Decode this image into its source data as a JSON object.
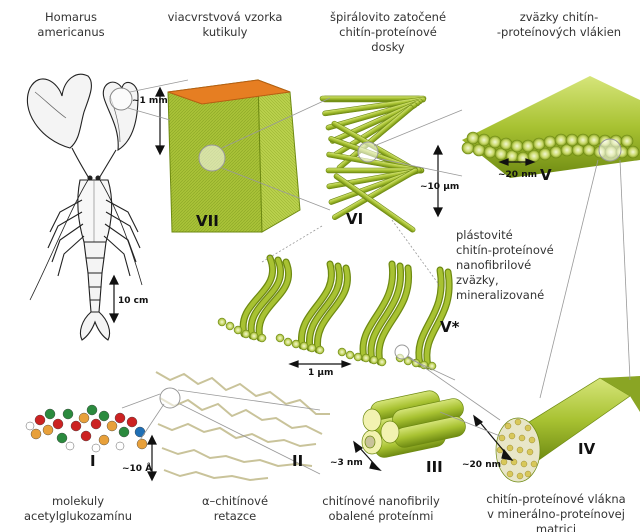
{
  "captions": {
    "lobster": [
      "Homarus",
      "americanus"
    ],
    "sample": [
      "viacvrstvová vzorka",
      "kutikuly"
    ],
    "helical": [
      "špirálovito zatočené",
      "chitín-proteínové",
      "dosky"
    ],
    "bundles": [
      "zväzky chitín-",
      "-proteínových vlákien"
    ],
    "planar": [
      "plástovité",
      "chitín-proteínové",
      "nanofibrilové",
      "zväzky,",
      "mineralizované"
    ],
    "molecules": [
      "molekuly",
      "acetylglukozamínu"
    ],
    "chains": [
      "α–chitínové",
      "retazce"
    ],
    "nanofibrils": [
      "chitínové nanofibrily",
      "obalené proteínmi"
    ],
    "fibers": [
      "chitín-proteínové vlákna",
      "v minerálno-proteínovej",
      "matrici"
    ]
  },
  "levels": {
    "l1": "I",
    "l2": "II",
    "l3": "III",
    "l4": "IV",
    "l5": "V",
    "l5s": "V*",
    "l6": "VI",
    "l7": "VII"
  },
  "scales": {
    "s_1mm": "~1 mm",
    "s_10um": "~10 µm",
    "s_20nm_a": "~20 nm",
    "s_10cm": "10 cm",
    "s_1um": "1 µm",
    "s_10A": "~10 Å",
    "s_3nm": "~3 nm",
    "s_20nm_b": "~20 nm"
  },
  "colors": {
    "fiber_green": "#a8c232",
    "fiber_dark": "#6e8a12",
    "fiber_light": "#d6e57a",
    "top_orange": "#e67e22",
    "chain_tan": "#c9c39a"
  }
}
